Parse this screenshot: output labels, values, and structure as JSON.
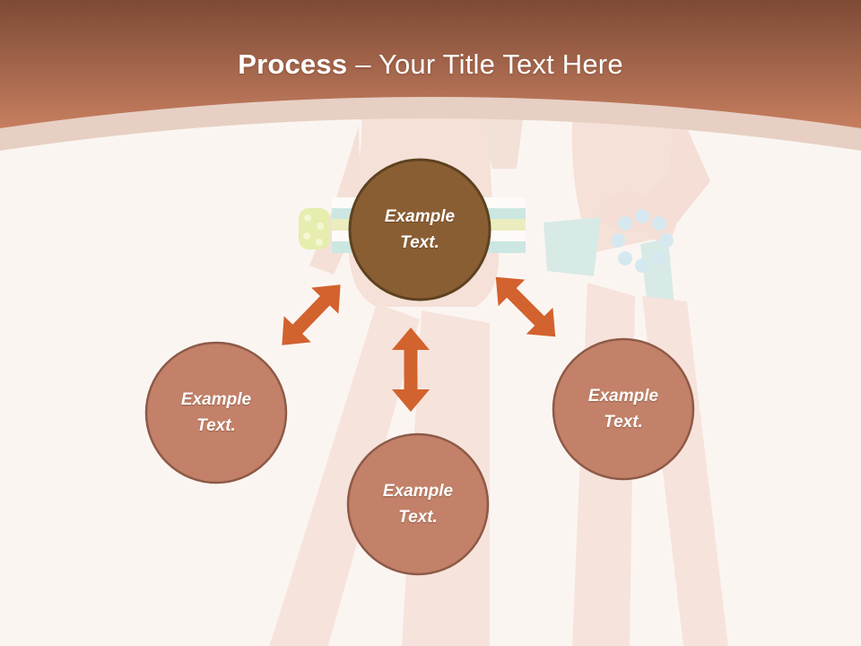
{
  "slide": {
    "title": {
      "bold": "Process",
      "rest": "– Your Title Text Here"
    }
  },
  "colors": {
    "header_gradient_top": "#7d4a36",
    "header_gradient_bottom": "#c67e5f",
    "header_curve_band": "#e7cfc3",
    "content_background": "#fbf5f2",
    "node_primary_fill": "#8a5e33",
    "node_primary_border": "#5e4220",
    "node_secondary_fill": "#c28168",
    "node_secondary_border": "#8d5a47",
    "arrow": "#d2622e",
    "title_text": "#ffffff",
    "node_text": "#ffffff"
  },
  "diagram": {
    "nodes": [
      {
        "id": "top",
        "role": "primary",
        "label": "Example\nText."
      },
      {
        "id": "left",
        "role": "secondary",
        "label": "Example\nText."
      },
      {
        "id": "bottom",
        "role": "secondary",
        "label": "Example\nText."
      },
      {
        "id": "right",
        "role": "secondary",
        "label": "Example\nText."
      }
    ],
    "connectors": [
      {
        "id": "top-to-left",
        "type": "double-headed-arrow"
      },
      {
        "id": "top-to-bottom",
        "type": "double-headed-arrow"
      },
      {
        "id": "top-to-right",
        "type": "double-headed-arrow"
      }
    ]
  },
  "watermark": {
    "description": "faded photo watermark of two figures in bikinis"
  }
}
